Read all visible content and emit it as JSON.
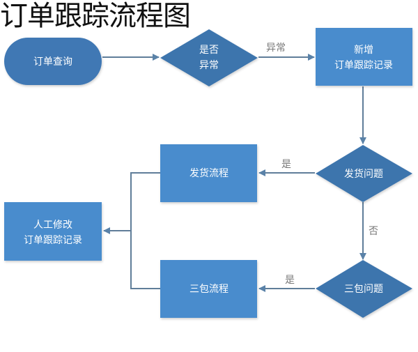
{
  "title": "订单跟踪流程图",
  "nodes": {
    "start": {
      "label": "订单查询"
    },
    "check_abnormal": {
      "line1": "是否",
      "line2": "异常"
    },
    "new_record": {
      "line1": "新增",
      "line2": "订单跟踪记录"
    },
    "shipping_issue": {
      "label": "发货问题"
    },
    "shipping_flow": {
      "label": "发货流程"
    },
    "warranty_issue": {
      "label": "三包问题"
    },
    "warranty_flow": {
      "label": "三包流程"
    },
    "manual_edit": {
      "line1": "人工修改",
      "line2": "订单跟踪记录"
    }
  },
  "edges": {
    "abnormal": "异常",
    "shipping_yes": "是",
    "shipping_no": "否",
    "warranty_yes": "是"
  },
  "colors": {
    "terminal": "#3f78b4",
    "decision": "#3d74ad",
    "process": "#4a8ccd",
    "line": "#5f7d99"
  }
}
